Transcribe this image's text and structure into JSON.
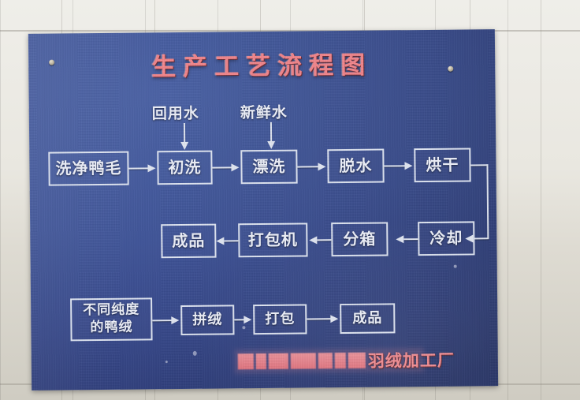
{
  "photo": {
    "subject": "factory-process-flow-sign",
    "board_color": "#3e529a",
    "title_color": "#f2868c",
    "line_color": "#e2e7f3"
  },
  "sign": {
    "title": "生产工艺流程图",
    "inputs": [
      {
        "label": "回用水"
      },
      {
        "label": "新鲜水"
      }
    ],
    "row1": [
      {
        "label": "洗净鸭毛"
      },
      {
        "label": "初洗"
      },
      {
        "label": "漂洗"
      },
      {
        "label": "脱水"
      },
      {
        "label": "烘干"
      }
    ],
    "row2": [
      {
        "label": "成品"
      },
      {
        "label": "打包机"
      },
      {
        "label": "分箱"
      },
      {
        "label": "冷却"
      }
    ],
    "row3": [
      {
        "label_line1": "不同纯度",
        "label_line2": "的鸭绒"
      },
      {
        "label": "拼绒"
      },
      {
        "label": "打包"
      },
      {
        "label": "成品"
      }
    ],
    "footer": {
      "redacted_prefix": "",
      "visible_suffix": "羽绒加工厂"
    }
  }
}
